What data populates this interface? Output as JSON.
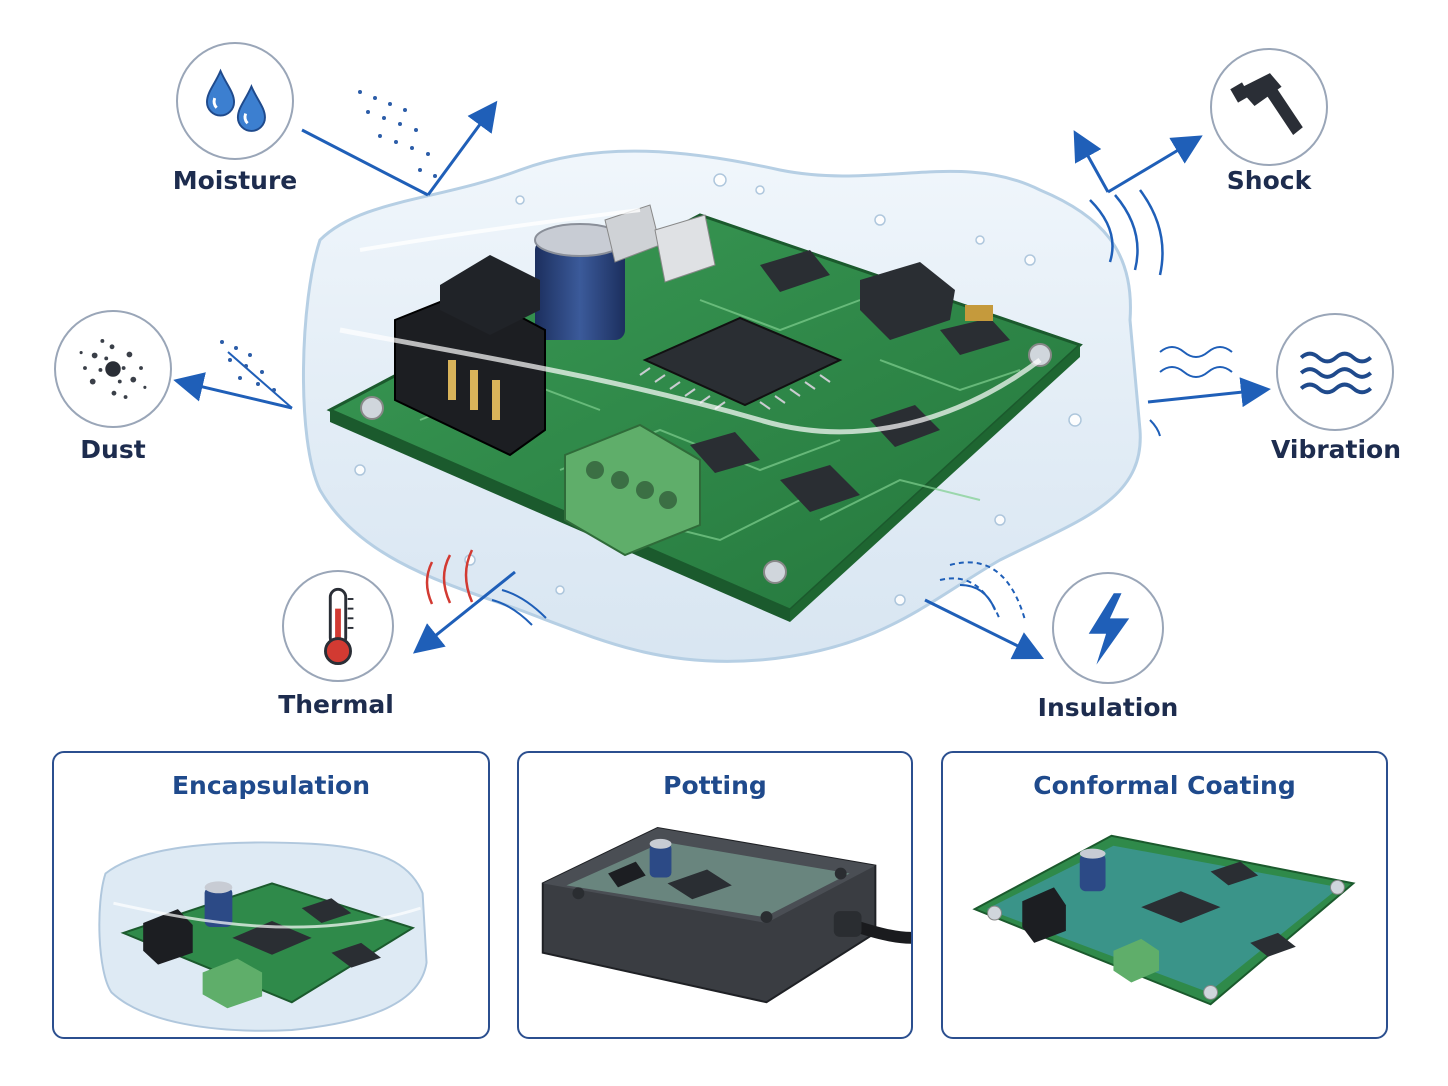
{
  "hazards": {
    "moisture": {
      "label": "Moisture",
      "icon": "water-drops-icon"
    },
    "shock": {
      "label": "Shock",
      "icon": "hammer-icon"
    },
    "dust": {
      "label": "Dust",
      "icon": "dust-particles-icon"
    },
    "vibration": {
      "label": "Vibration",
      "icon": "wave-lines-icon"
    },
    "thermal": {
      "label": "Thermal",
      "icon": "thermometer-icon"
    },
    "insulation": {
      "label": "Insulation",
      "icon": "lightning-bolt-icon"
    }
  },
  "methods": [
    {
      "title": "Encapsulation"
    },
    {
      "title": "Potting"
    },
    {
      "title": "Conformal Coating"
    }
  ],
  "colors": {
    "pcb_green": "#2f8a4a",
    "arrow_blue": "#1f5fb8",
    "label_navy": "#1d2c4e",
    "card_border": "#2b4f8f",
    "heat_red": "#d23a32"
  }
}
